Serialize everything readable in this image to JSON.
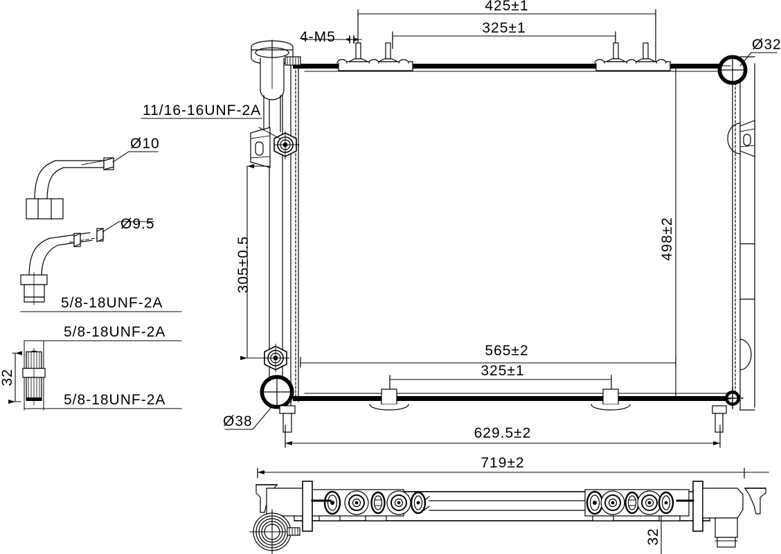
{
  "drawing": {
    "title": "Automotive Radiator Assembly Drawing",
    "type": "engineering-drawing",
    "units": "mm",
    "line_color": "#000000",
    "background_color": "#ffffff"
  },
  "dimensions": {
    "top_overall": "425±1",
    "top_inner": "325±1",
    "top_stud_note": "4-M5",
    "right_height": "498±2",
    "left_height": "305±0.5",
    "bottom_inner_wide": "565±2",
    "bottom_inner_narrow": "325±1",
    "bottom_overall": "629.5±2",
    "side_overall": "719±2",
    "side_thickness": "32",
    "fitting_height": "32"
  },
  "callouts": {
    "upper_hose_port": "Ø32",
    "lower_hose_port": "Ø38",
    "oil_cooler_thread": "11/16-16UNF-2A",
    "pipe_a_diameter": "Ø10",
    "pipe_b_diameter": "Ø9.5",
    "thread_1": "5/8-18UNF-2A",
    "thread_2": "5/8-18UNF-2A",
    "thread_3": "5/8-18UNF-2A"
  },
  "parts": [
    {
      "id": "pipe-a",
      "label": "Ø10",
      "thread": "5/8-18UNF-2A"
    },
    {
      "id": "pipe-b",
      "label": "Ø9.5",
      "thread": "5/8-18UNF-2A"
    },
    {
      "id": "fitting-c",
      "label": "32",
      "thread": "5/8-18UNF-2A"
    }
  ],
  "views": {
    "front": "front-elevation",
    "side": "bottom-plan-section"
  }
}
